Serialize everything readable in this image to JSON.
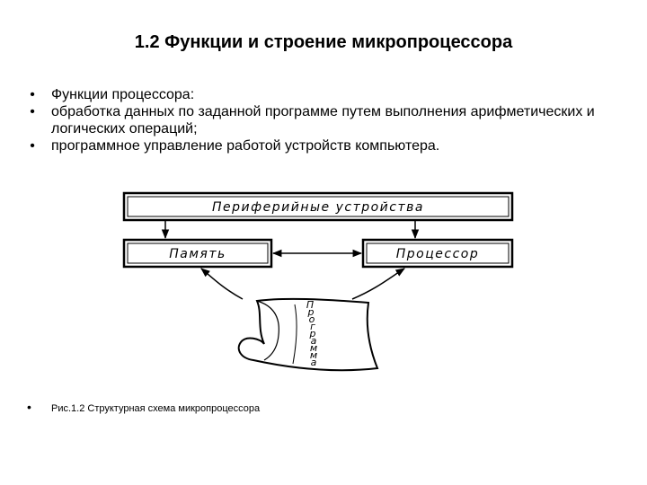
{
  "slide": {
    "title": "1.2 Функции и строение микропроцессора",
    "bullets": [
      "Функции процессора:",
      "обработка данных по заданной программе путем выполнения арифметических и логических операций;",
      "программное управление работой устройств компьютера."
    ],
    "bullet_symbol": "•",
    "caption": "Рис.1.2 Структурная схема микропроцессора"
  },
  "diagram": {
    "peripherals_label": "Периферийные устройства",
    "memory_label": "Память",
    "processor_label": "Процессор",
    "program_label": "Программа",
    "program_letters": [
      "П",
      "р",
      "о",
      "г",
      "р",
      "а",
      "м",
      "м",
      "а"
    ]
  }
}
